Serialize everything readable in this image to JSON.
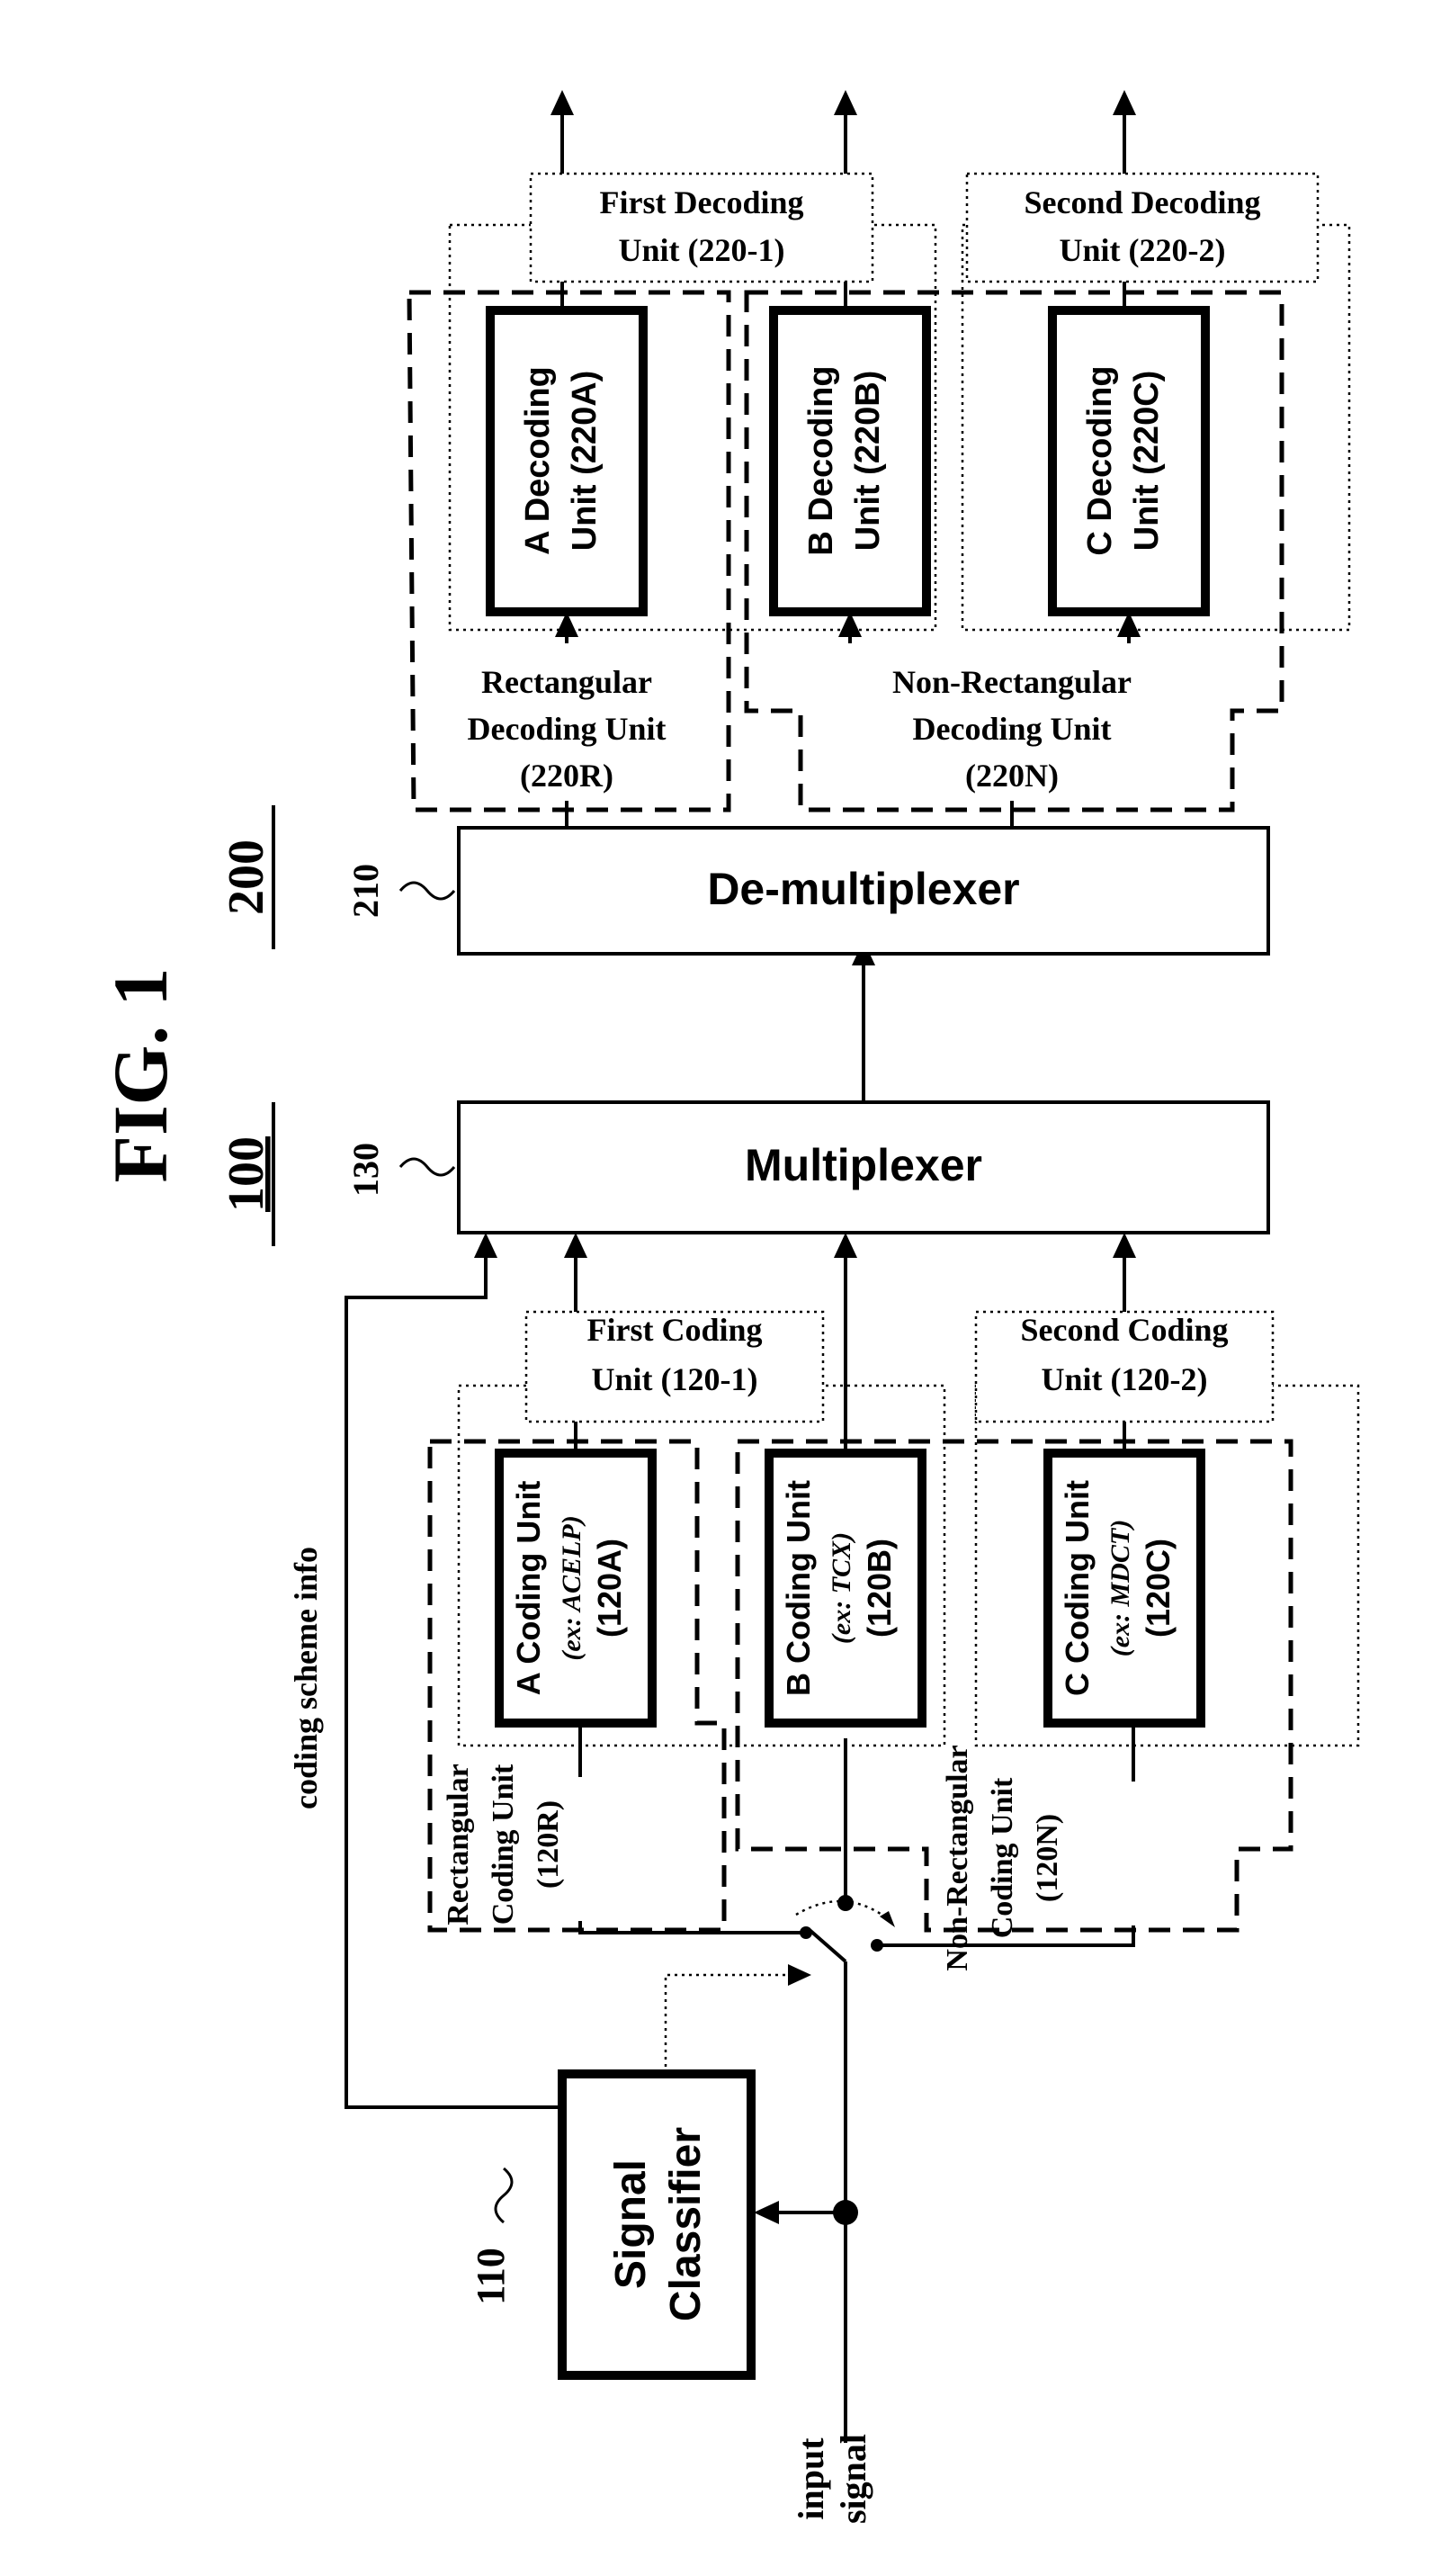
{
  "figure": {
    "title": "FIG. 1",
    "ref_encoder": "100",
    "ref_decoder": "200"
  },
  "encoder": {
    "input_label_line1": "input",
    "input_label_line2": "signal",
    "signal_classifier": {
      "ref": "110",
      "line1": "Signal",
      "line2": "Classifier"
    },
    "coding_scheme_info": "coding scheme info",
    "multiplexer": {
      "ref": "130",
      "label": "Multiplexer"
    },
    "rectangular_unit": {
      "line1": "Rectangular",
      "line2": "Coding Unit",
      "line3": "(120R)"
    },
    "non_rectangular_unit": {
      "line1": "Non-Rectangular",
      "line2": "Coding Unit",
      "line3": "(120N)"
    },
    "first_unit": {
      "line1": "First Coding",
      "line2": "Unit (120-1)"
    },
    "second_unit": {
      "line1": "Second Coding",
      "line2": "Unit (120-2)"
    },
    "coding_a": {
      "line1": "A Coding Unit",
      "line2": "(ex: ACELP)",
      "line3": "(120A)"
    },
    "coding_b": {
      "line1": "B Coding Unit",
      "line2": "(ex: TCX)",
      "line3": "(120B)"
    },
    "coding_c": {
      "line1": "C Coding Unit",
      "line2": "(ex: MDCT)",
      "line3": "(120C)"
    }
  },
  "decoder": {
    "demultiplexer": {
      "ref": "210",
      "label": "De-multiplexer"
    },
    "rectangular_unit": {
      "line1": "Rectangular",
      "line2": "Decoding Unit",
      "line3": "(220R)"
    },
    "non_rectangular_unit": {
      "line1": "Non-Rectangular",
      "line2": "Decoding Unit",
      "line3": "(220N)"
    },
    "first_unit": {
      "line1": "First Decoding",
      "line2": "Unit (220-1)"
    },
    "second_unit": {
      "line1": "Second Decoding",
      "line2": "Unit (220-2)"
    },
    "decoding_a": {
      "line1": "A Decoding",
      "line2": "Unit (220A)"
    },
    "decoding_b": {
      "line1": "B Decoding",
      "line2": "Unit (220B)"
    },
    "decoding_c": {
      "line1": "C Decoding",
      "line2": "Unit (220C)"
    }
  }
}
